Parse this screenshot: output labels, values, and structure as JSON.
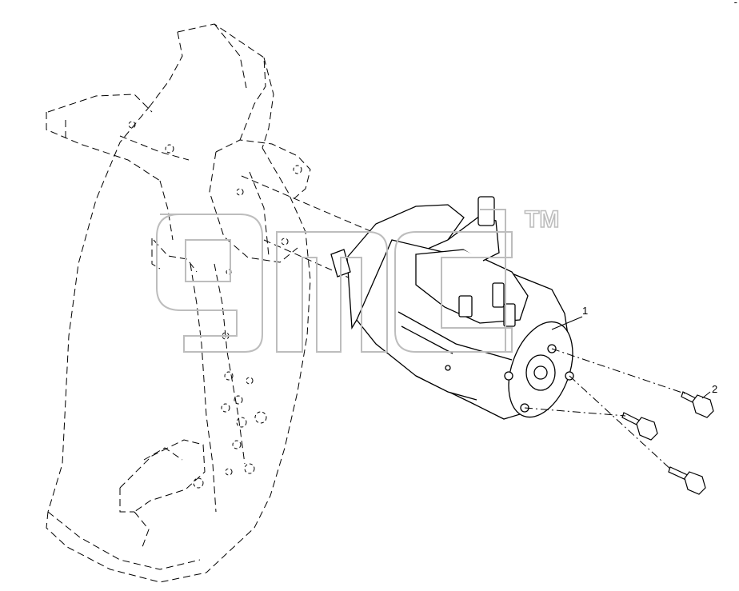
{
  "diagram": {
    "callouts": [
      {
        "number": "1",
        "part": "starter-motor"
      },
      {
        "number": "2",
        "part": "flange-bolt"
      }
    ],
    "watermark": {
      "lettering": "gmc",
      "trademark": "TM",
      "color": "#bdbdbd"
    },
    "corner_mark": "-",
    "line_color": "#000000",
    "background": "#ffffff"
  }
}
